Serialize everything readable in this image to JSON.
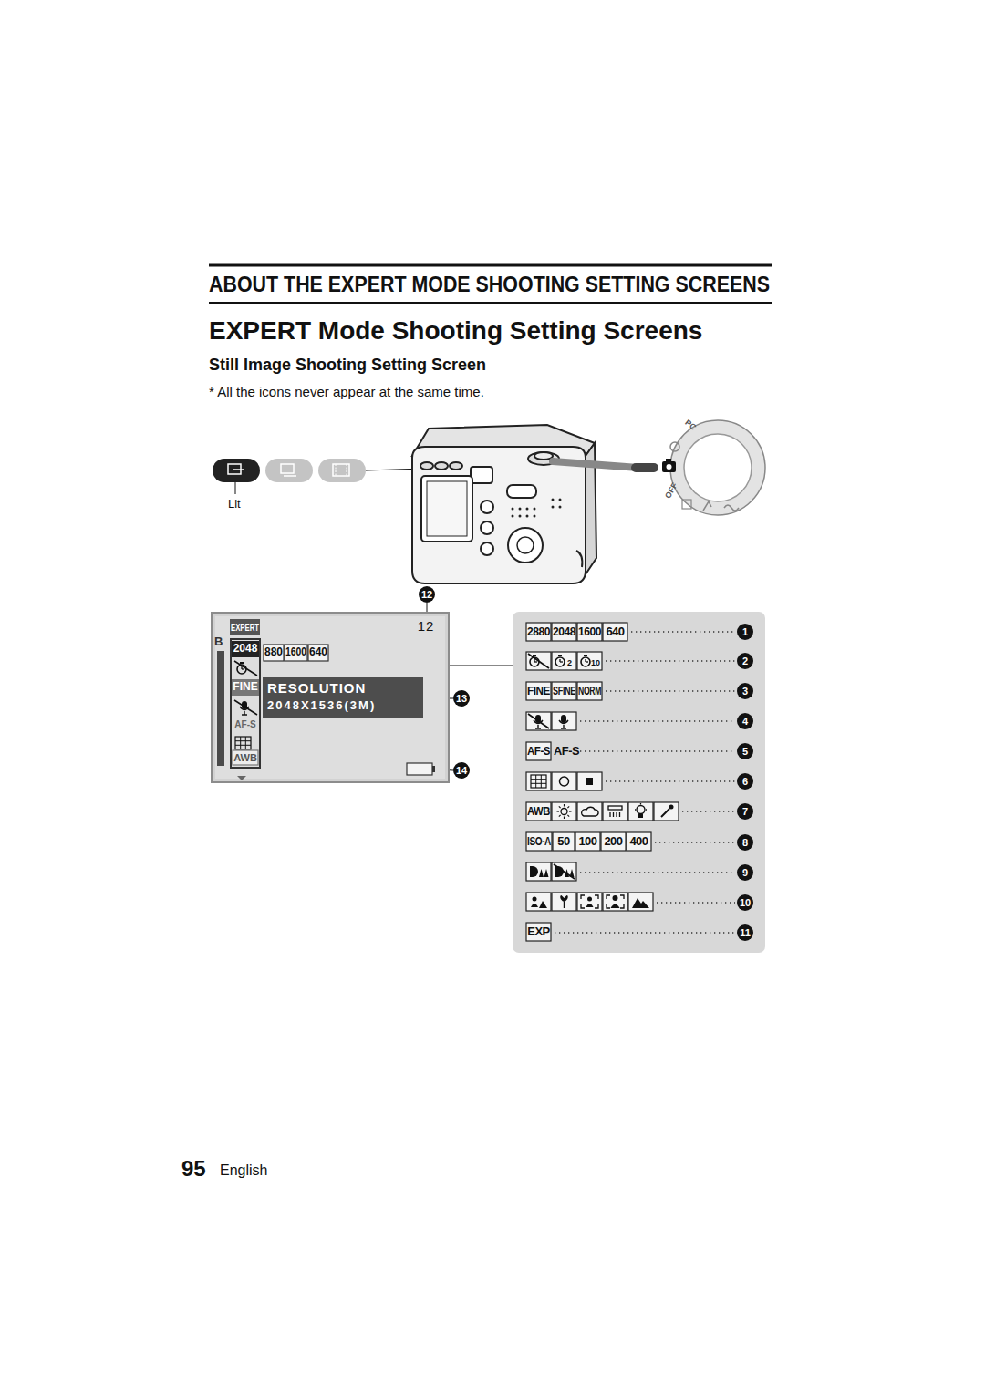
{
  "diagram": {
    "title": "EXPERT Mode Shooting Setting Screens",
    "nodes": [
      {
        "text": [
          "EXPERT",
          "12",
          "880",
          "1600",
          "640"
        ]
      },
      {
        "text": [
          "2048",
          "FINE",
          "AF-S",
          "AWB"
        ],
        "in": 0
      },
      {
        "text": [
          "RESOLUTION",
          "2048X1536(3M)"
        ],
        "in": 0
      },
      {
        "text": [
          "2880",
          "2048",
          "1600",
          "640",
          "2",
          "10",
          "FINE",
          "SFINE",
          "NORM",
          "AF-S",
          "AF-S",
          "AWB",
          "ISO-A",
          "50",
          "100",
          "200",
          "400",
          "EXP"
        ]
      }
    ],
    "edges": [
      {
        "from": 1,
        "to": 3,
        "arrow": "none"
      }
    ],
    "labels": [
      "ABOUT THE EXPERT MODE SHOOTING SETTING SCREENS",
      "Still Image Shooting Setting Screen",
      "* All the icons never appear at the same time.",
      "Lit",
      "PC",
      "OFF",
      "B",
      "12",
      "13",
      "14",
      "1",
      "2",
      "3",
      "4",
      "5",
      "6",
      "7",
      "8",
      "9",
      "10",
      "11",
      "95",
      "English"
    ]
  }
}
